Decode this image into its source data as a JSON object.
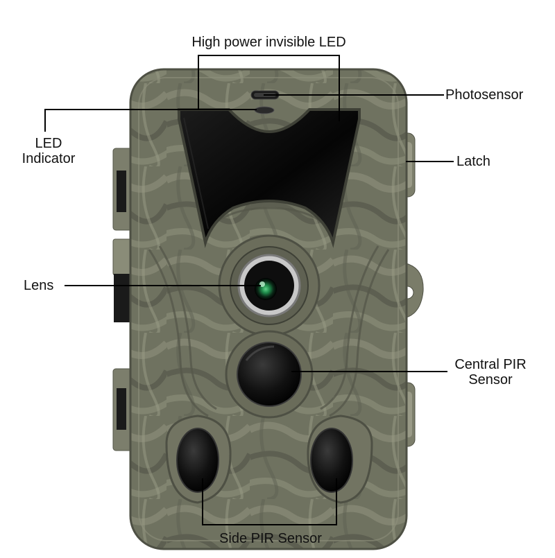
{
  "labels": {
    "high_power_led": "High power invisible LED",
    "photosensor": "Photosensor",
    "led_indicator_line1": "LED",
    "led_indicator_line2": "Indicator",
    "latch": "Latch",
    "lens": "Lens",
    "central_pir_line1": "Central PIR",
    "central_pir_line2": "Sensor",
    "side_pir": "Side PIR Sensor"
  },
  "colors": {
    "camo_base": "#6f7260",
    "camo_light": "#8b8c78",
    "camo_dark": "#4e5044",
    "black_panel": "#0a0a0a",
    "callout_line": "#000000",
    "lens_green": "#1f8a4a"
  }
}
